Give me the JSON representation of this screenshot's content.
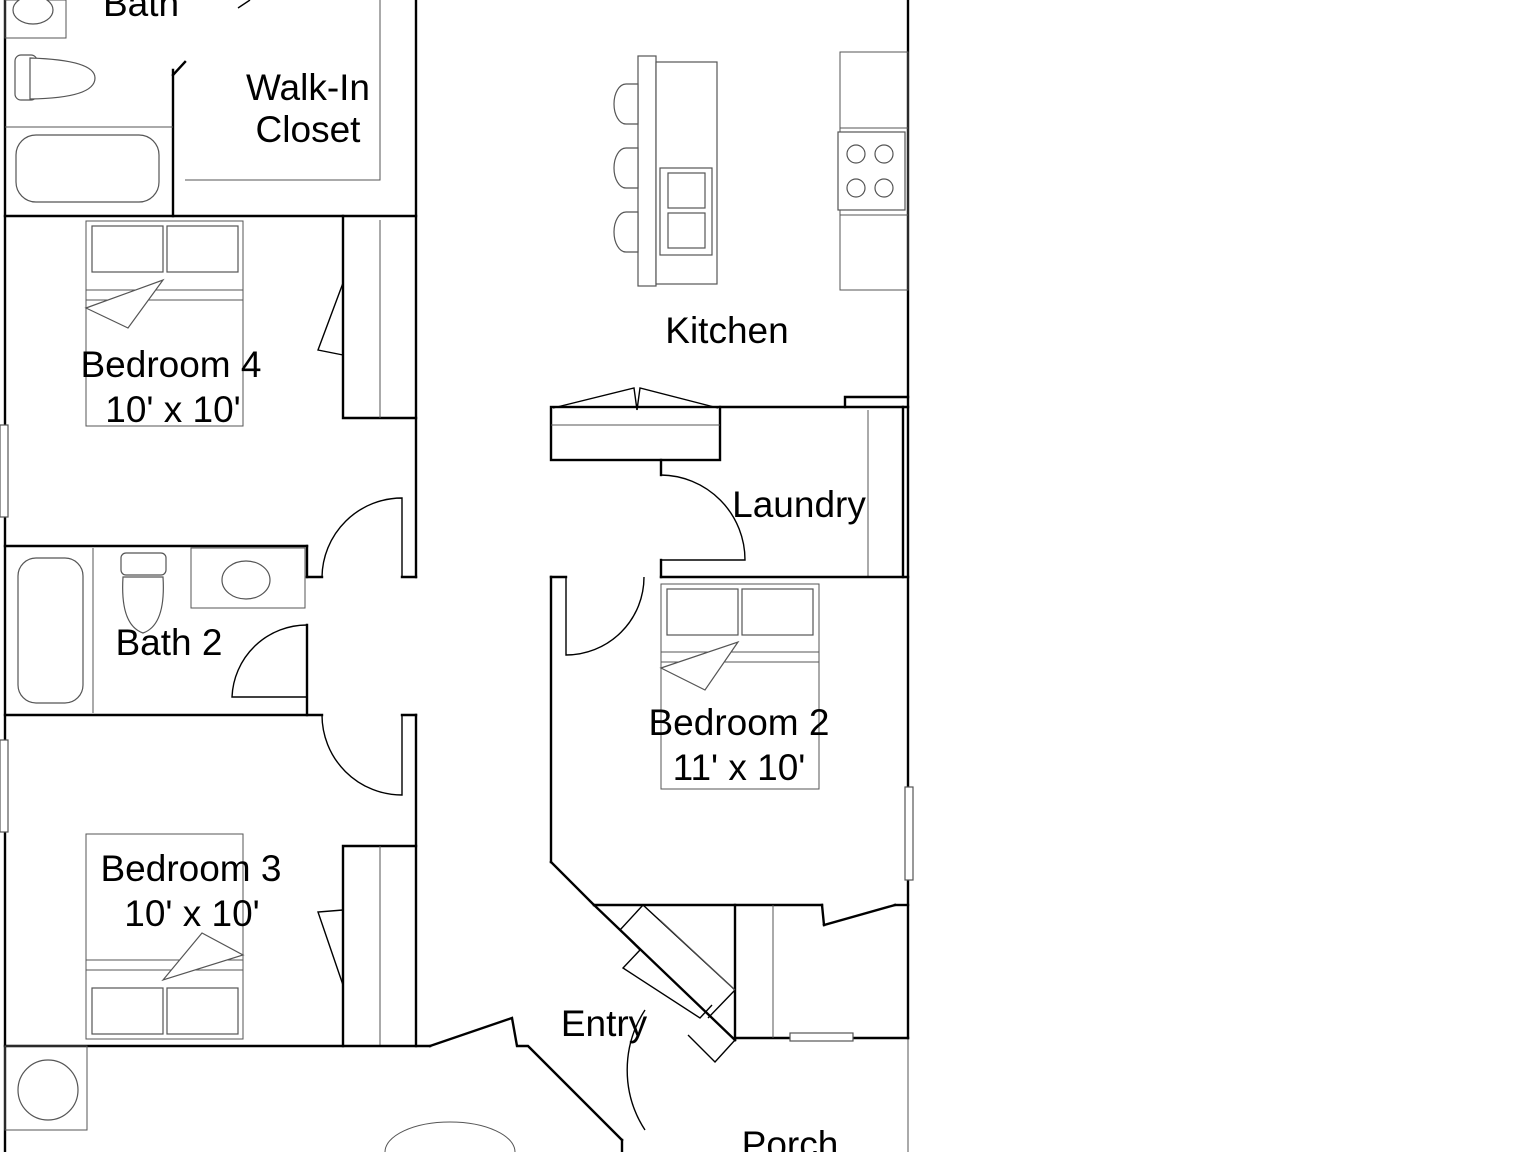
{
  "rooms": {
    "bath_top": {
      "name": "Bath"
    },
    "walk_in_closet": {
      "line1": "Walk-In",
      "line2": "Closet"
    },
    "kitchen": {
      "name": "Kitchen"
    },
    "bedroom4": {
      "name": "Bedroom 4",
      "size": "10' x 10'"
    },
    "laundry": {
      "name": "Laundry"
    },
    "bath2": {
      "name": "Bath 2"
    },
    "bedroom2": {
      "name": "Bedroom 2",
      "size": "11' x 10'"
    },
    "bedroom3": {
      "name": "Bedroom 3",
      "size": "10' x 10'"
    },
    "entry": {
      "name": "Entry"
    },
    "porch": {
      "name": "Porch"
    }
  }
}
